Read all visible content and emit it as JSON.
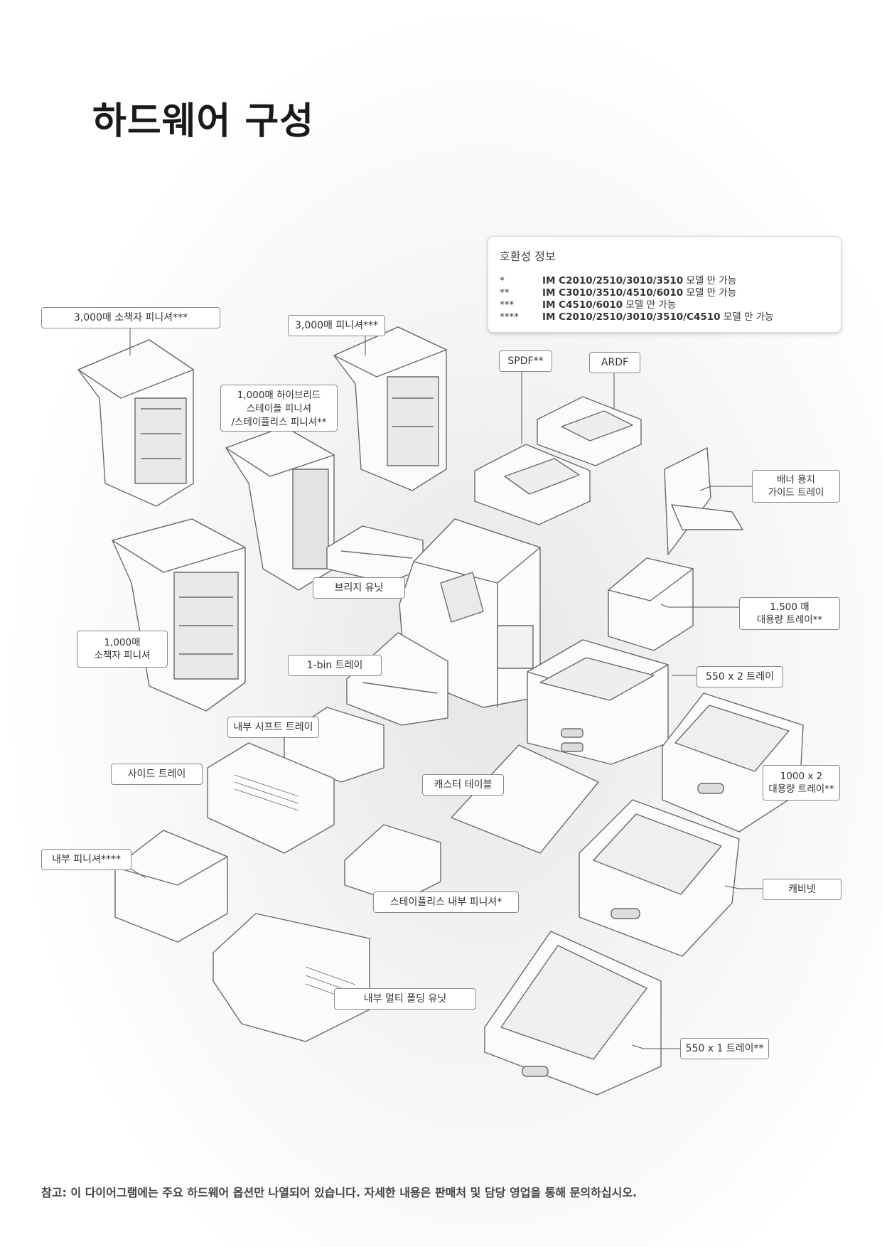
{
  "page_title": "하드웨어 구성",
  "compat": {
    "title": "호환성 정보",
    "rows": [
      {
        "mark": "*",
        "model": "IM C2010/2510/3010/3510",
        "note": "모델 만 가능"
      },
      {
        "mark": "**",
        "model": "IM C3010/3510/4510/6010",
        "note": "모델 만 가능"
      },
      {
        "mark": "***",
        "model": "IM C4510/6010",
        "note": "모델 만 가능"
      },
      {
        "mark": "****",
        "model": "IM C2010/2510/3010/3510/C4510",
        "note": "모델 만 가능"
      }
    ]
  },
  "labels": {
    "booklet_3000": "3,000매 소책자 피니셔***",
    "finisher_3000": "3,000매 피니셔***",
    "hybrid_l1": "1,000매 하이브리드",
    "hybrid_l2": "스테이플 피니셔",
    "hybrid_l3": "/스테이플리스 피니셔**",
    "spdf": "SPDF**",
    "ardf": "ARDF",
    "banner_l1": "배너 용지",
    "banner_l2": "가이드 트레이",
    "bridge": "브리지 유닛",
    "lct1500_l1": "1,500 매",
    "lct1500_l2": "대용량 트레이**",
    "booklet1000_l1": "1,000매",
    "booklet1000_l2": "소책자 피니셔",
    "one_bin": "1-bin 트레이",
    "tray_550x2": "550 x 2 트레이",
    "shift_tray": "내부 시프트 트레이",
    "side_tray": "사이드 트레이",
    "caster": "캐스터 테이블",
    "lct1000x2_l1": "1000 x 2",
    "lct1000x2_l2": "대용량 트레이**",
    "internal_finisher": "내부 피니셔****",
    "staples_internal": "스테이플리스 내부 피니셔*",
    "cabinet": "캐비넷",
    "multi_folding": "내부 멀티 폴딩 유닛",
    "tray_550x1": "550 x 1 트레이**"
  },
  "footnote": "참고: 이 다이어그램에는 주요 하드웨어 옵션만 나열되어 있습니다. 자세한 내용은 판매처 및 담당 영업을 통해 문의하십시오."
}
